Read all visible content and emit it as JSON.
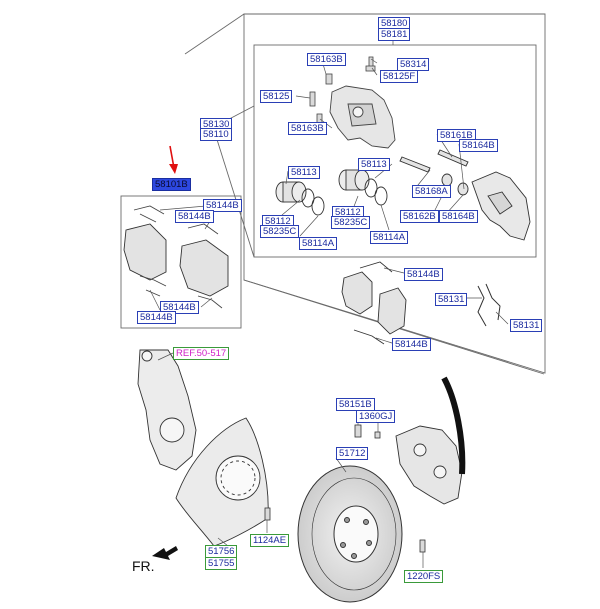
{
  "labels": [
    {
      "id": "lbl-58180",
      "text": "58180"
    },
    {
      "id": "lbl-58181",
      "text": "58181"
    },
    {
      "id": "lbl-58163B-a",
      "text": "58163B"
    },
    {
      "id": "lbl-58314",
      "text": "58314"
    },
    {
      "id": "lbl-58125F",
      "text": "58125F"
    },
    {
      "id": "lbl-58125",
      "text": "58125"
    },
    {
      "id": "lbl-58163B-b",
      "text": "58163B"
    },
    {
      "id": "lbl-58130",
      "text": "58130"
    },
    {
      "id": "lbl-58110",
      "text": "58110"
    },
    {
      "id": "lbl-58161B",
      "text": "58161B"
    },
    {
      "id": "lbl-58164B-a",
      "text": "58164B"
    },
    {
      "id": "lbl-58113-a",
      "text": "58113"
    },
    {
      "id": "lbl-58113-b",
      "text": "58113"
    },
    {
      "id": "lbl-58168A",
      "text": "58168A"
    },
    {
      "id": "lbl-58112-a",
      "text": "58112"
    },
    {
      "id": "lbl-58235C-a",
      "text": "58235C"
    },
    {
      "id": "lbl-58112-b",
      "text": "58112"
    },
    {
      "id": "lbl-58235C-b",
      "text": "58235C"
    },
    {
      "id": "lbl-58162B",
      "text": "58162B"
    },
    {
      "id": "lbl-58164B-b",
      "text": "58164B"
    },
    {
      "id": "lbl-58114A-a",
      "text": "58114A"
    },
    {
      "id": "lbl-58114A-b",
      "text": "58114A"
    },
    {
      "id": "lbl-58101B",
      "text": "58101B"
    },
    {
      "id": "lbl-58144B-a",
      "text": "58144B"
    },
    {
      "id": "lbl-58144B-b",
      "text": "58144B"
    },
    {
      "id": "lbl-58144B-c",
      "text": "58144B"
    },
    {
      "id": "lbl-58144B-d",
      "text": "58144B"
    },
    {
      "id": "lbl-58144B-e",
      "text": "58144B"
    },
    {
      "id": "lbl-58131-a",
      "text": "58131"
    },
    {
      "id": "lbl-58131-b",
      "text": "58131"
    },
    {
      "id": "lbl-58144B-f",
      "text": "58144B"
    },
    {
      "id": "lbl-ref",
      "text": "REF.50-517"
    },
    {
      "id": "lbl-58151B",
      "text": "58151B"
    },
    {
      "id": "lbl-1360GJ",
      "text": "1360GJ"
    },
    {
      "id": "lbl-51712",
      "text": "51712"
    },
    {
      "id": "lbl-1124AE",
      "text": "1124AE"
    },
    {
      "id": "lbl-51756",
      "text": "51756"
    },
    {
      "id": "lbl-51755",
      "text": "51755"
    },
    {
      "id": "lbl-1220FS",
      "text": "1220FS"
    }
  ],
  "direction_label": "FR.",
  "colors": {
    "label_text": "#1b2a9e",
    "label_border_blue": "#2a3fb5",
    "label_border_green": "#3a9a3a",
    "ref_text": "#d020c8",
    "selected_fill": "#2d48e0",
    "pointer_arrow": "#e01010",
    "line": "#555555"
  }
}
